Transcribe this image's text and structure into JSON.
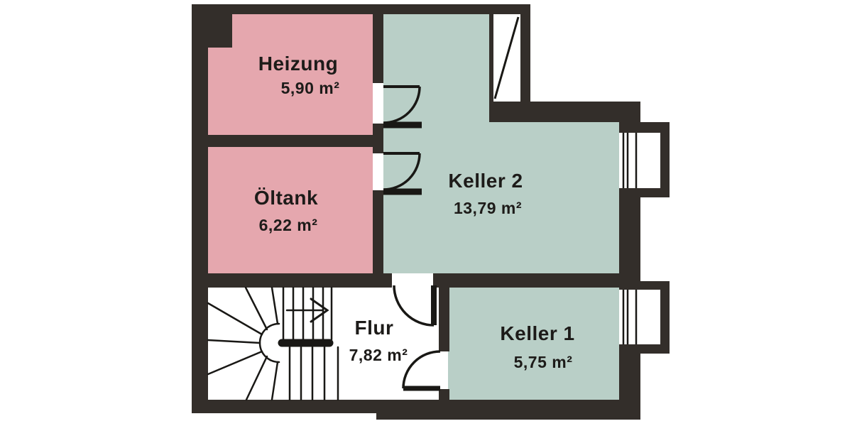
{
  "floorplan": {
    "rooms": {
      "heizung": {
        "name": "Heizung",
        "area": "5,90 m²"
      },
      "oeltank": {
        "name": "Öltank",
        "area": "6,22 m²"
      },
      "keller2": {
        "name": "Keller 2",
        "area": "13,79 m²"
      },
      "keller1": {
        "name": "Keller 1",
        "area": "5,75 m²"
      },
      "flur": {
        "name": "Flur",
        "area": "7,82 m²"
      }
    },
    "colors": {
      "room_pink": "#e5a7ae",
      "room_green": "#b9cfc7",
      "wall": "#332e2a",
      "line": "#191815",
      "white": "#ffffff"
    },
    "features": {
      "doors": 4,
      "windows": 2,
      "stairs": "winder-staircase",
      "chimney": 1
    }
  }
}
